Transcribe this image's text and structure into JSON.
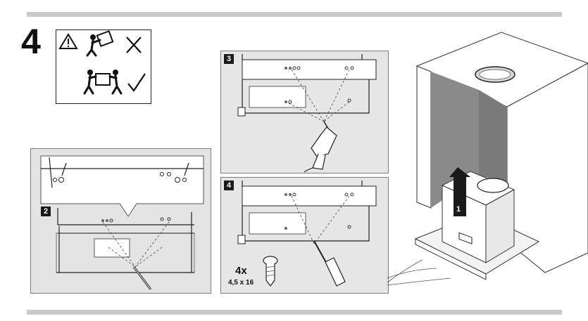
{
  "step": {
    "number": "4"
  },
  "warning": {
    "icons": [
      "warning-triangle-icon",
      "single-person-lifting-icon",
      "cross-icon",
      "two-persons-lifting-icon",
      "check-icon"
    ]
  },
  "panels": [
    {
      "id": "2",
      "label": "2"
    },
    {
      "id": "3",
      "label": "3"
    },
    {
      "id": "4",
      "label": "4"
    }
  ],
  "main": {
    "arrow_label": "1"
  },
  "screws": {
    "count": "4x",
    "size": "4,5 x 16"
  },
  "colors": {
    "rule": "#c9c9c9",
    "panel_bg": "#e8e8e8",
    "badge": "#1a1a1a",
    "ink": "#222222",
    "wall": "#8a8a8a"
  }
}
